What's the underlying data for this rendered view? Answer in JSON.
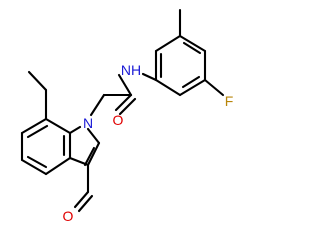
{
  "atoms": {
    "amide_nitrogen": {
      "label": "NH",
      "color": "#1a1ad6"
    },
    "carbonyl_oxygen": {
      "label": "O",
      "color": "#e00000"
    },
    "indole_nitrogen": {
      "label": "N",
      "color": "#1a1ad6"
    },
    "aldehyde_oxygen": {
      "label": "O",
      "color": "#e00000"
    },
    "fluorine": {
      "label": "F",
      "color": "#b8860b"
    }
  },
  "colors": {
    "bond": "#000000",
    "background": "#ffffff"
  }
}
